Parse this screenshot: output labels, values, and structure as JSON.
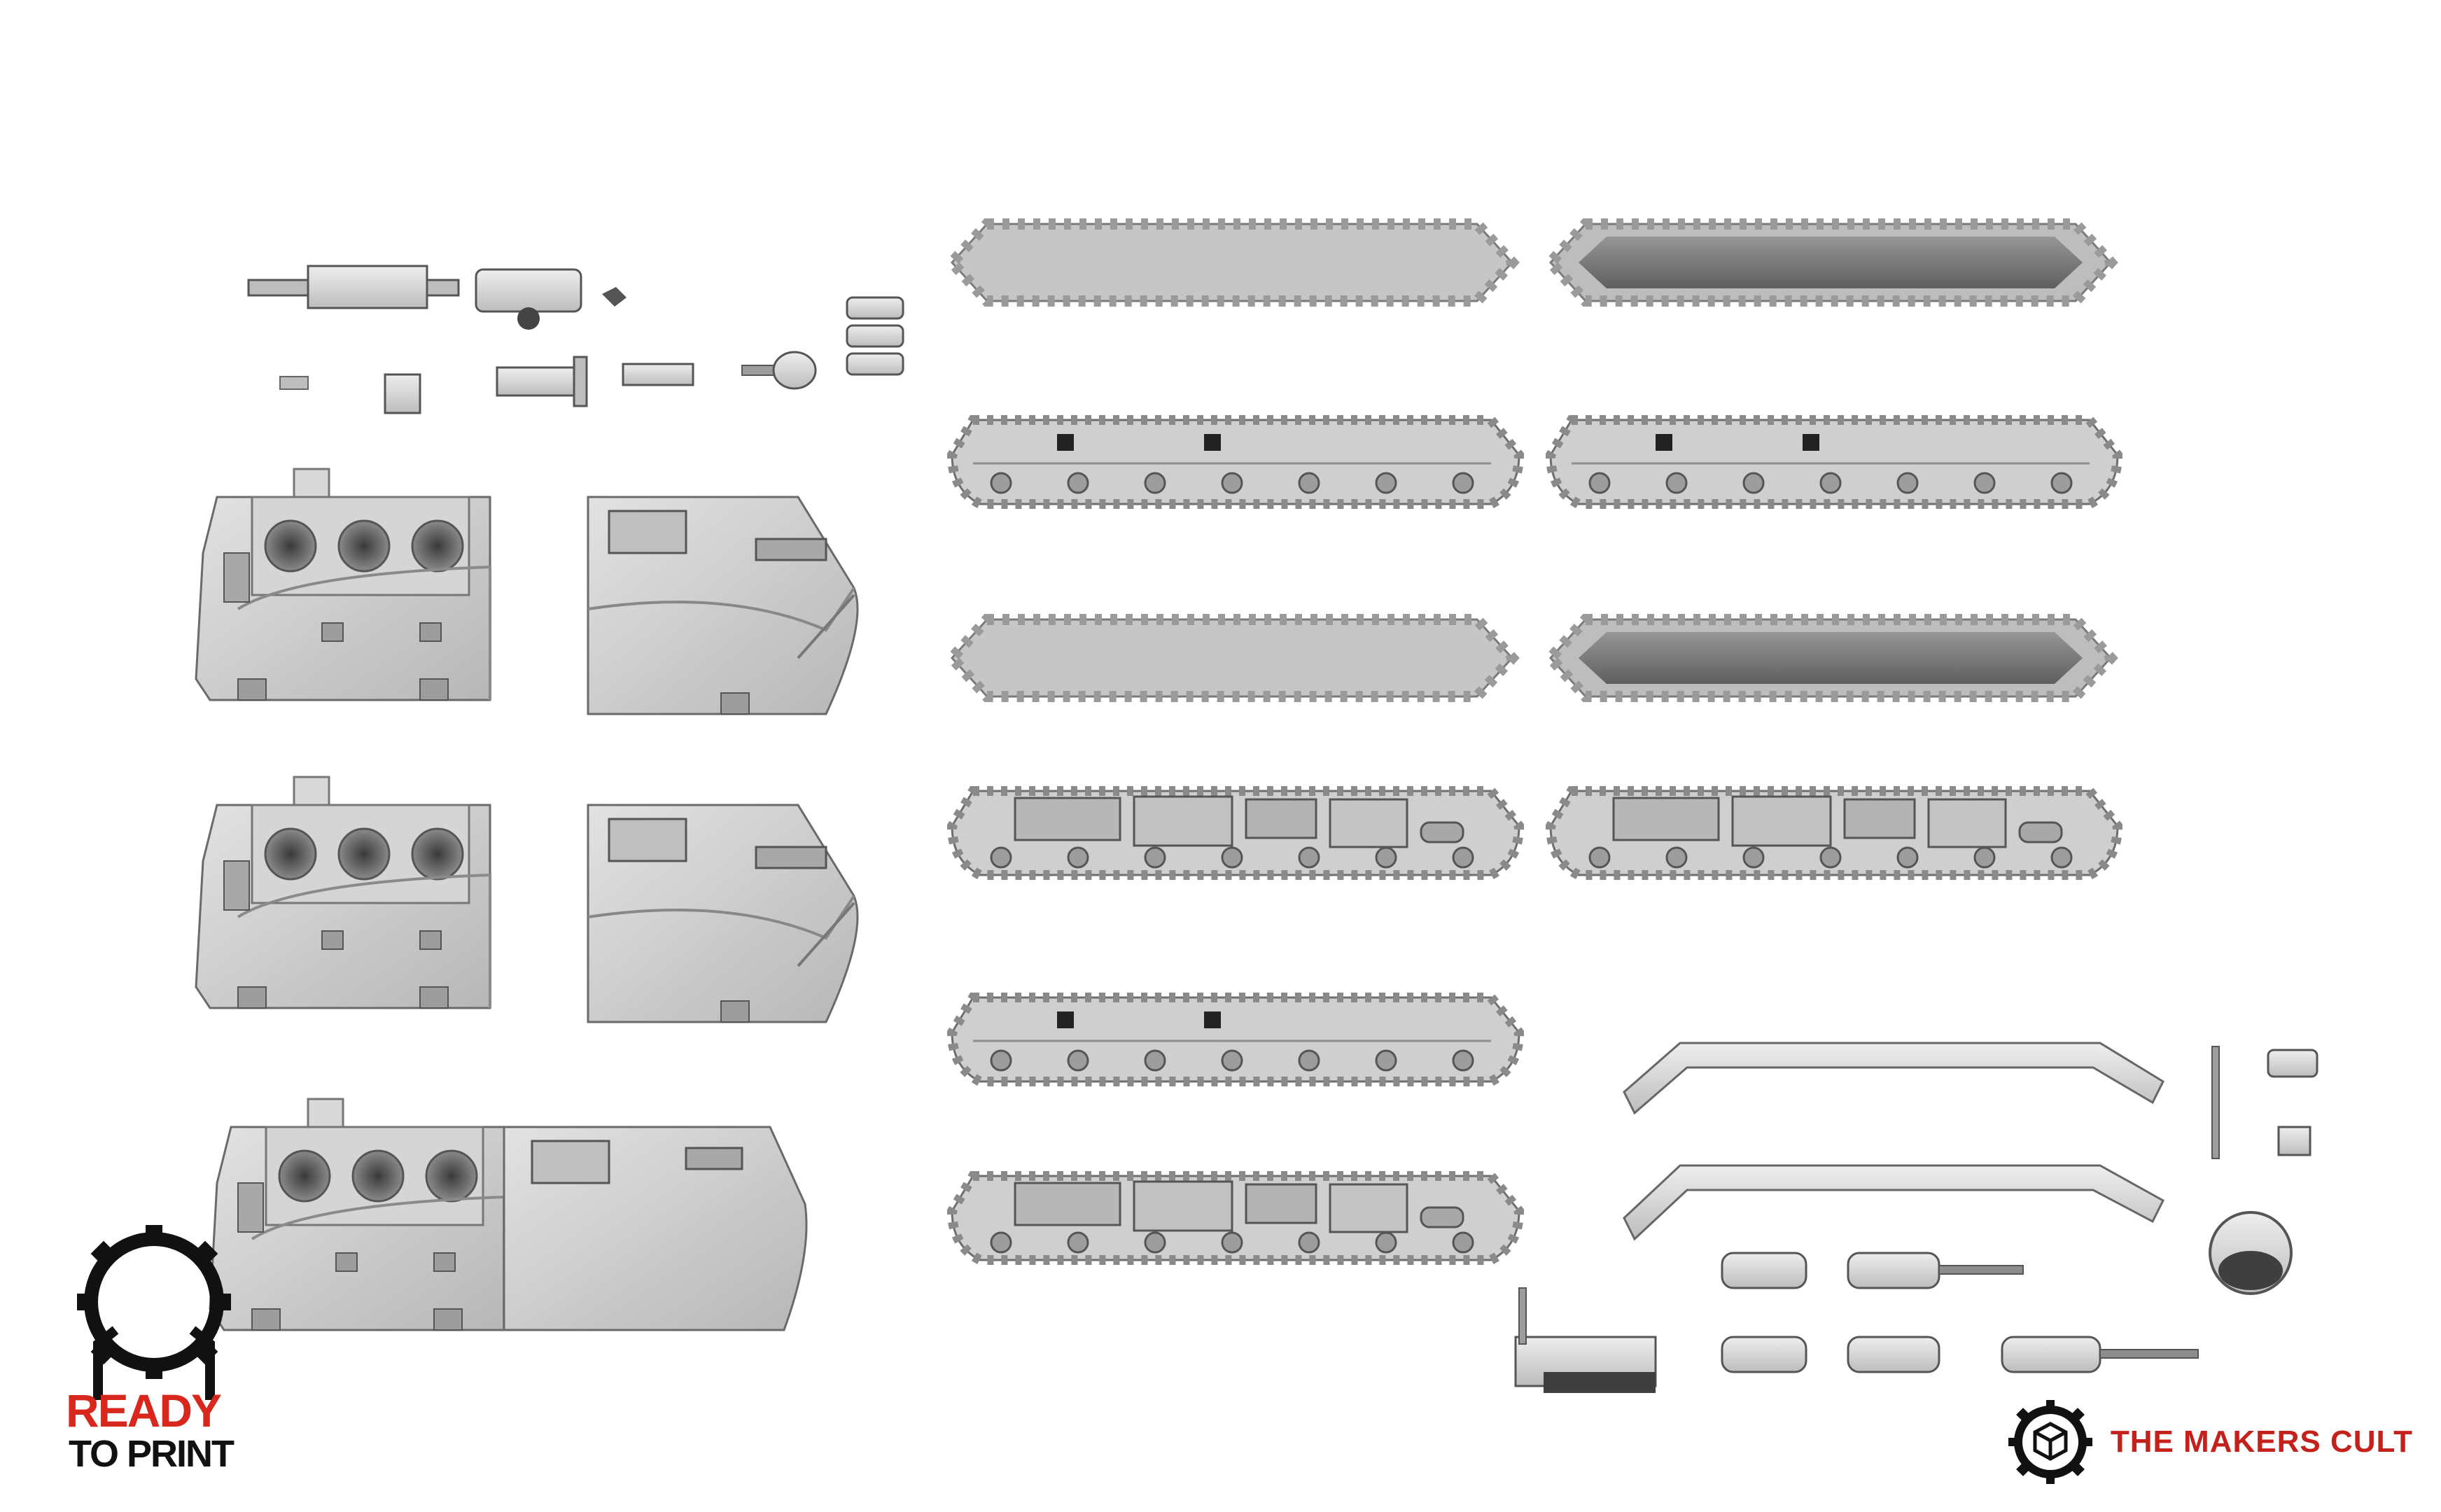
{
  "logos": {
    "ready_to_print": {
      "line1": "READY",
      "line2": "TO PRINT"
    },
    "makers_cult": {
      "name": "THE MAKERS CULT"
    }
  },
  "colors": {
    "background": "#ffffff",
    "part_fill": "#c9c9c9",
    "part_light": "#e6e6e6",
    "part_dark": "#6e6e6e",
    "brand_red": "#c4201c"
  },
  "parts": {
    "small_bits": [
      "heavy-stubber",
      "turret-mechanism",
      "small-bit",
      "ammo-stack",
      "short-peg",
      "bracket",
      "barrel-cluster",
      "sensor-bit",
      "mortar-shell"
    ],
    "hull_front_halves": 3,
    "hull_rear_halves": 2,
    "track_panels": 10,
    "accessory_parts": [
      "top-rail",
      "rail-with-rivets",
      "antenna",
      "hatch",
      "small-gun-mounts"
    ]
  }
}
